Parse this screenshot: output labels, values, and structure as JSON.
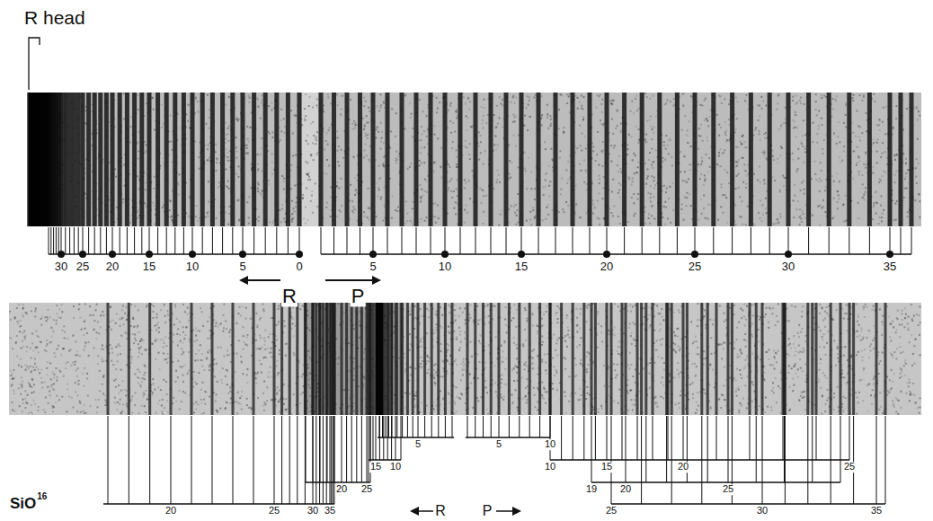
{
  "diagram": {
    "labels": [
      "R head",
      "30",
      "25",
      "20",
      "15",
      "10",
      "5",
      "0",
      "5",
      "10",
      "15",
      "20",
      "25",
      "30",
      "35",
      "R",
      "P",
      "5",
      "5",
      "10",
      "15",
      "10",
      "10",
      "15",
      "20",
      "25",
      "20",
      "25",
      "19",
      "20",
      "25",
      "SiO",
      "16",
      "20",
      "25",
      "30",
      "35",
      "R",
      "P",
      "25",
      "30",
      "35"
    ]
  }
}
